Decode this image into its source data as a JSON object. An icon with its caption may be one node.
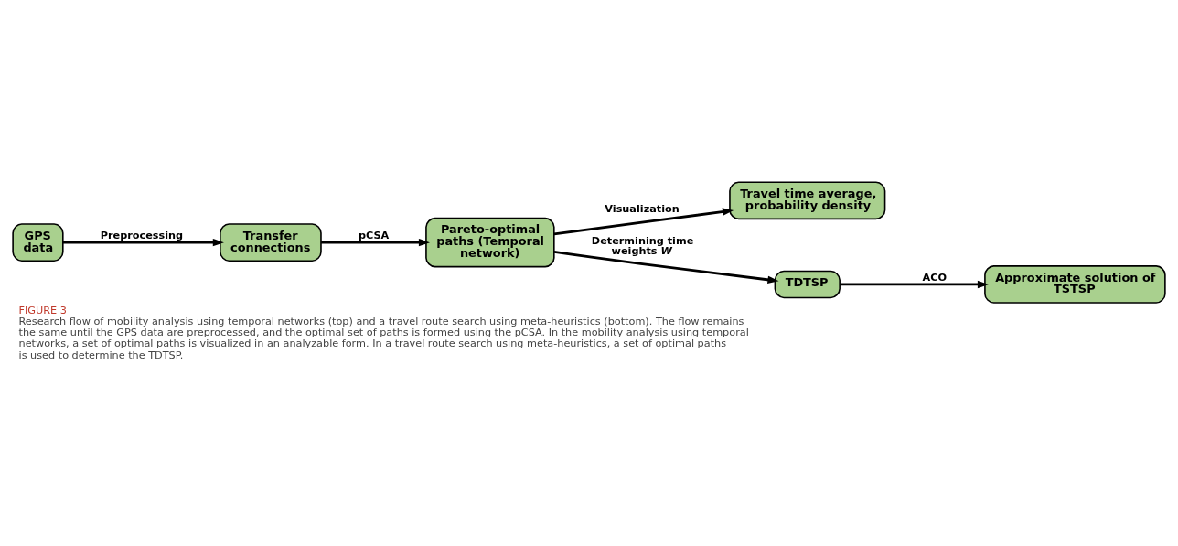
{
  "diagram": {
    "title": "FIGURE 3",
    "caption": "Research flow of mobility analysis using temporal networks (top) and a travel route search using meta-heuristics (bottom). The flow remains the same until the GPS data are preprocessed, and the optimal set of paths is formed using the pCSA. In the mobility analysis using temporal networks, a set of optimal paths is visualized in an analyzable form. In a travel route search using meta-heuristics, a set of optimal paths is used to determine the TDTSP.",
    "nodes": [
      {
        "text": [
          "GPS data"
        ]
      },
      {
        "text": [
          "Transfer connections"
        ]
      },
      {
        "text": [
          "Pareto-optimal paths (Temporal network)"
        ]
      },
      {
        "text": [
          "Travel time average, probability density"
        ]
      },
      {
        "text": [
          "TDTSP"
        ]
      },
      {
        "text": [
          "Approximate solution of TSTSP"
        ]
      }
    ],
    "edges": [
      {
        "from": 0,
        "to": 1,
        "arrow": "to",
        "label": "Preprocessing"
      },
      {
        "from": 1,
        "to": 2,
        "arrow": "to",
        "label": "pCSA"
      },
      {
        "from": 2,
        "to": 3,
        "arrow": "to",
        "label": "Visualization"
      },
      {
        "from": 2,
        "to": 4,
        "arrow": "to",
        "label": "Determining time weights *W*"
      },
      {
        "from": 4,
        "to": 5,
        "arrow": "to",
        "label": "ACO"
      }
    ]
  }
}
